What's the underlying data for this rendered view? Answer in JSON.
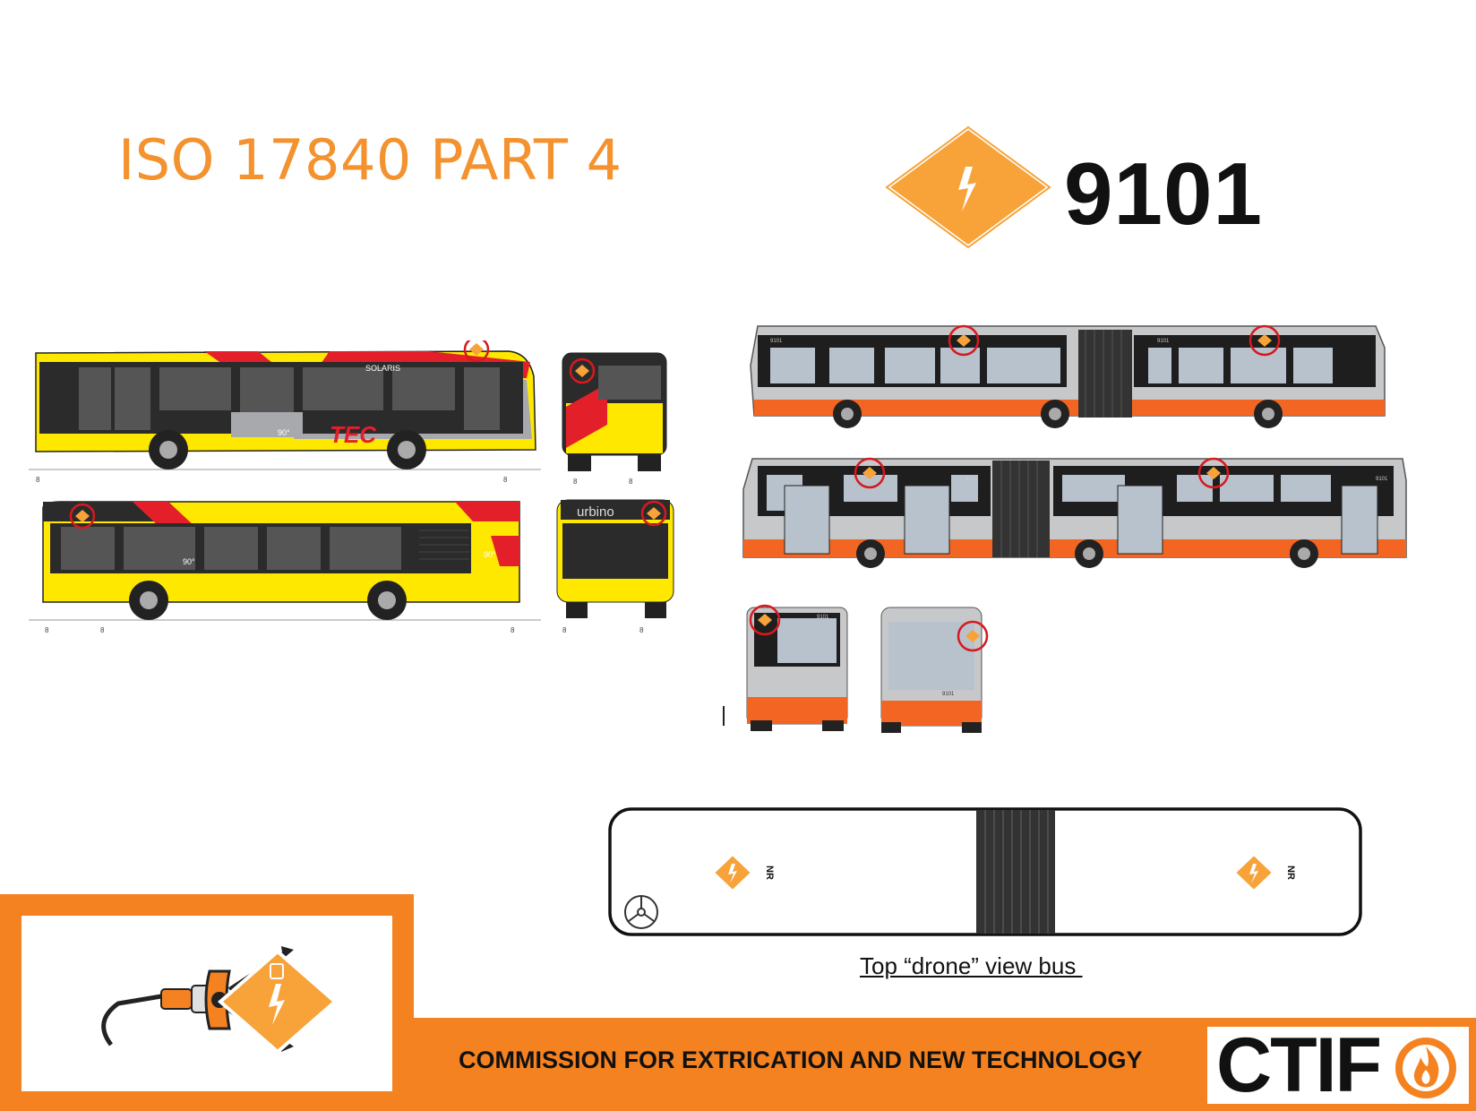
{
  "slide": {
    "title": "ISO 17840 PART 4",
    "un_number": "9101",
    "drone_caption": "Top “drone” view bus ",
    "drone_label": "NR",
    "footer_text": "COMMISSION FOR EXTRICATION AND NEW TECHNOLOGY",
    "ctif_logo": "CTIF"
  },
  "yellow_bus": {
    "brand": "TEC",
    "angle": "90°",
    "model_side": "SOLARIS",
    "model_front": "urbino",
    "marker": "8"
  },
  "gray_bus": {
    "fleet_number": "9101"
  },
  "colors": {
    "accent_orange": "#f58220",
    "title_orange": "#f3922e",
    "hazard_orange": "#f7a33a",
    "bus_yellow": "#ffe800",
    "bus_red": "#e3202a",
    "bus_orange_skirt": "#f26522",
    "highlight_circle": "#d7191f"
  },
  "icons": [
    "electric-hazard-icon",
    "steering-wheel-icon",
    "fire-flame-icon",
    "extrication-tool-icon"
  ]
}
